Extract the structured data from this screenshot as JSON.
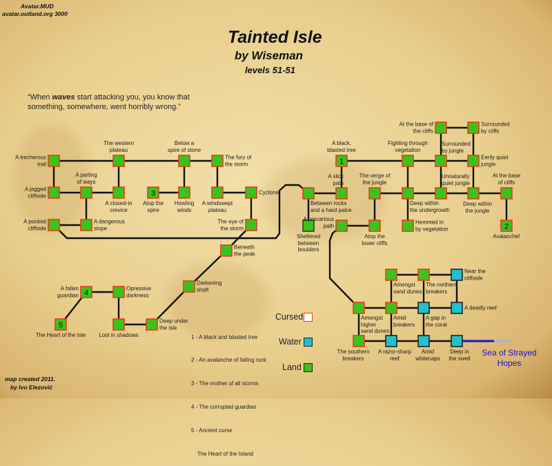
{
  "header": {
    "mud_name": "Avatar.MUD",
    "mud_address": "avatar.outland.org 3000",
    "title": "Tainted Isle",
    "author": "by Wiseman",
    "levels": "levels 51-51"
  },
  "quote": {
    "before": "“When ",
    "emphasis": "waves",
    "after": " start attacking you, you know that\nsomething, somewhere,  went horribly wrong.”"
  },
  "credits": {
    "line1": "map created 2011.",
    "line2": "by Ivo Elezović"
  },
  "legend": {
    "cursed": "Cursed",
    "water": "Water",
    "land": "Land",
    "colors": {
      "cursed": "#ffffff",
      "water": "#22c0cc",
      "land": "#3cc21c",
      "border": "#e0401a"
    }
  },
  "notes": [
    "1 - A black and blasted tree",
    "2 - An avalanche of falling rock",
    "3 - The mother of all storms",
    "4 - The corrupted guardian",
    "5 - Ancient curse",
    "    The Heart of the Island"
  ],
  "exit": {
    "label": "Sea of Strayed\nHopes",
    "color": "#1a10d0"
  },
  "nodes": [
    {
      "id": "trail",
      "label": "A trecherous\ntrail",
      "type": "land"
    },
    {
      "id": "wplateau",
      "label": "The western\nplateau",
      "type": "land"
    },
    {
      "id": "bspire",
      "label": "Below a\nspire of stone",
      "type": "land"
    },
    {
      "id": "fury",
      "label": "The fury of\nthe storm",
      "type": "land"
    },
    {
      "id": "jagged",
      "label": "A jagged\ncliffside",
      "type": "land"
    },
    {
      "id": "parting",
      "label": "A parting\nof ways",
      "type": "land"
    },
    {
      "id": "crevice",
      "label": "A closed-in\ncrevice",
      "type": "land"
    },
    {
      "id": "atop",
      "label": "Atop the\nspire",
      "type": "land",
      "number": "3"
    },
    {
      "id": "howling",
      "label": "Howling\nwinds",
      "type": "land"
    },
    {
      "id": "windswept",
      "label": "A windswept\nplateau",
      "type": "land"
    },
    {
      "id": "cyclone",
      "label": "Cyclone",
      "type": "land"
    },
    {
      "id": "pocked",
      "label": "A pocked\ncliffside",
      "type": "land"
    },
    {
      "id": "slope",
      "label": "A dangerous\nslope",
      "type": "land"
    },
    {
      "id": "eye",
      "label": "The eye of\nthe storm",
      "type": "land"
    },
    {
      "id": "peak",
      "label": "Beneath\nthe peak",
      "type": "land"
    },
    {
      "id": "shaft",
      "label": "Darkening\nshaft",
      "type": "land"
    },
    {
      "id": "deepisle",
      "label": "Deep under\nthe isle",
      "type": "land"
    },
    {
      "id": "lost",
      "label": "Lost in shadows",
      "type": "land"
    },
    {
      "id": "oppressive",
      "label": "Opressive\ndarkness",
      "type": "land"
    },
    {
      "id": "guardian",
      "label": "A fallen\nguardian",
      "type": "land",
      "number": "4"
    },
    {
      "id": "heart",
      "label": "The Heart of the Isle",
      "type": "land",
      "number": "5"
    },
    {
      "id": "tree",
      "label": "A black,\nblasted tree",
      "type": "land",
      "number": "1"
    },
    {
      "id": "fighting",
      "label": "Fighting through\nvegetation",
      "type": "land"
    },
    {
      "id": "surjungle",
      "label": "Surrounded\nby jungle",
      "type": "land"
    },
    {
      "id": "eerily",
      "label": "Eerily quiet\njungle",
      "type": "land"
    },
    {
      "id": "basecliffs",
      "label": "At the base of\nthe cliffs",
      "type": "land"
    },
    {
      "id": "surcliffs",
      "label": "Surrounded\nby cliffs",
      "type": "land"
    },
    {
      "id": "rocks",
      "label": "Between rocks\nand a hard palce",
      "type": "land"
    },
    {
      "id": "slick",
      "label": "A slick\npath",
      "type": "land"
    },
    {
      "id": "verge",
      "label": "The verge of\nthe jungle",
      "type": "land"
    },
    {
      "id": "undergrowth",
      "label": "Deep within\nthe undergrowth",
      "type": "land"
    },
    {
      "id": "unnatural",
      "label": "Unnaturally\nquiet jungle",
      "type": "land"
    },
    {
      "id": "deepjungle",
      "label": "Deep within\nthe jungle",
      "type": "land"
    },
    {
      "id": "baseof",
      "label": "At the base\nof cliffs",
      "type": "land"
    },
    {
      "id": "sheltered",
      "label": "Sheltered\nbetween\nboulders",
      "type": "land"
    },
    {
      "id": "precarious",
      "label": "A precarious\npath",
      "type": "land"
    },
    {
      "id": "lowercliffs",
      "label": "Atop the\nlower cliffs",
      "type": "land"
    },
    {
      "id": "hemmed",
      "label": "Hemmed in\nby vegetation",
      "type": "land"
    },
    {
      "id": "avalanche",
      "label": "Avalanche!",
      "type": "land",
      "number": "2"
    },
    {
      "id": "dunes",
      "label": "Amongst\nsand dunes",
      "type": "land"
    },
    {
      "id": "northern",
      "label": "The northern\nbreakers",
      "type": "land"
    },
    {
      "id": "nearcliff",
      "label": "Near the\ncliffside",
      "type": "water"
    },
    {
      "id": "higher",
      "label": "Amongst\nhigher\nsand dunes",
      "type": "land"
    },
    {
      "id": "amidbreakers",
      "label": "Amid\nbreakers",
      "type": "land"
    },
    {
      "id": "gap",
      "label": "A gap in\nthe coral",
      "type": "water"
    },
    {
      "id": "deadly",
      "label": "A deadly reef",
      "type": "water"
    },
    {
      "id": "southern",
      "label": "The southern\nbreakers",
      "type": "land"
    },
    {
      "id": "razor",
      "label": "A razor-sharp\nreef",
      "type": "water"
    },
    {
      "id": "whitecaps",
      "label": "Amid\nwhitecaps",
      "type": "water"
    },
    {
      "id": "swell",
      "label": "Deep in\nthe swell",
      "type": "water"
    }
  ],
  "edges": [
    [
      "trail",
      "wplateau"
    ],
    [
      "wplateau",
      "bspire"
    ],
    [
      "bspire",
      "fury"
    ],
    [
      "trail",
      "jagged"
    ],
    [
      "jagged",
      "parting"
    ],
    [
      "parting",
      "crevice"
    ],
    [
      "wplateau",
      "crevice"
    ],
    [
      "parting",
      "slope"
    ],
    [
      "pocked",
      "slope"
    ],
    [
      "atop",
      "howling"
    ],
    [
      "bspire",
      "howling"
    ],
    [
      "fury",
      "windswept"
    ],
    [
      "windswept",
      "cyclone"
    ],
    [
      "cyclone",
      "eye"
    ],
    [
      "pocked",
      "rocks"
    ],
    [
      "eye",
      "peak"
    ],
    [
      "peak",
      "shaft"
    ],
    [
      "shaft",
      "deepisle"
    ],
    [
      "deepisle",
      "lost"
    ],
    [
      "lost",
      "oppressive"
    ],
    [
      "oppressive",
      "guardian"
    ],
    [
      "guardian",
      "heart"
    ],
    [
      "tree",
      "fighting"
    ],
    [
      "fighting",
      "surjungle"
    ],
    [
      "surjungle",
      "eerily"
    ],
    [
      "basecliffs",
      "surcliffs"
    ],
    [
      "basecliffs",
      "surjungle"
    ],
    [
      "surcliffs",
      "eerily"
    ],
    [
      "tree",
      "slick"
    ],
    [
      "rocks",
      "slick"
    ],
    [
      "rocks",
      "sheltered"
    ],
    [
      "verge",
      "undergrowth"
    ],
    [
      "undergrowth",
      "unnatural"
    ],
    [
      "unnatural",
      "deepjungle"
    ],
    [
      "deepjungle",
      "baseof"
    ],
    [
      "fighting",
      "undergrowth"
    ],
    [
      "surjungle",
      "unnatural"
    ],
    [
      "eerily",
      "deepjungle"
    ],
    [
      "baseof",
      "avalanche"
    ],
    [
      "undergrowth",
      "hemmed"
    ],
    [
      "verge",
      "lowercliffs"
    ],
    [
      "precarious",
      "lowercliffs"
    ],
    [
      "precarious",
      "higher"
    ],
    [
      "dunes",
      "northern"
    ],
    [
      "northern",
      "nearcliff"
    ],
    [
      "nearcliff",
      "deadly"
    ],
    [
      "higher",
      "amidbreakers"
    ],
    [
      "amidbreakers",
      "gap"
    ],
    [
      "gap",
      "deadly"
    ],
    [
      "dunes",
      "amidbreakers"
    ],
    [
      "northern",
      "gap"
    ],
    [
      "higher",
      "southern"
    ],
    [
      "southern",
      "razor"
    ],
    [
      "razor",
      "whitecaps"
    ],
    [
      "whitecaps",
      "swell"
    ],
    [
      "amidbreakers",
      "razor"
    ],
    [
      "gap",
      "whitecaps"
    ]
  ]
}
